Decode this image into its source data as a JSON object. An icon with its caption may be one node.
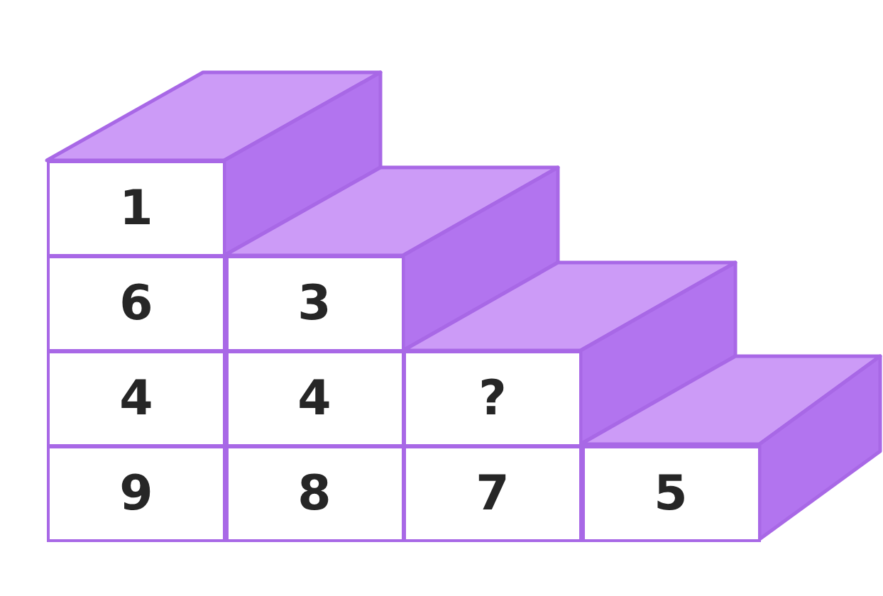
{
  "diagram": {
    "labels": [
      "1",
      "6",
      "3",
      "4",
      "4",
      "?",
      "9",
      "8",
      "7",
      "5"
    ]
  }
}
